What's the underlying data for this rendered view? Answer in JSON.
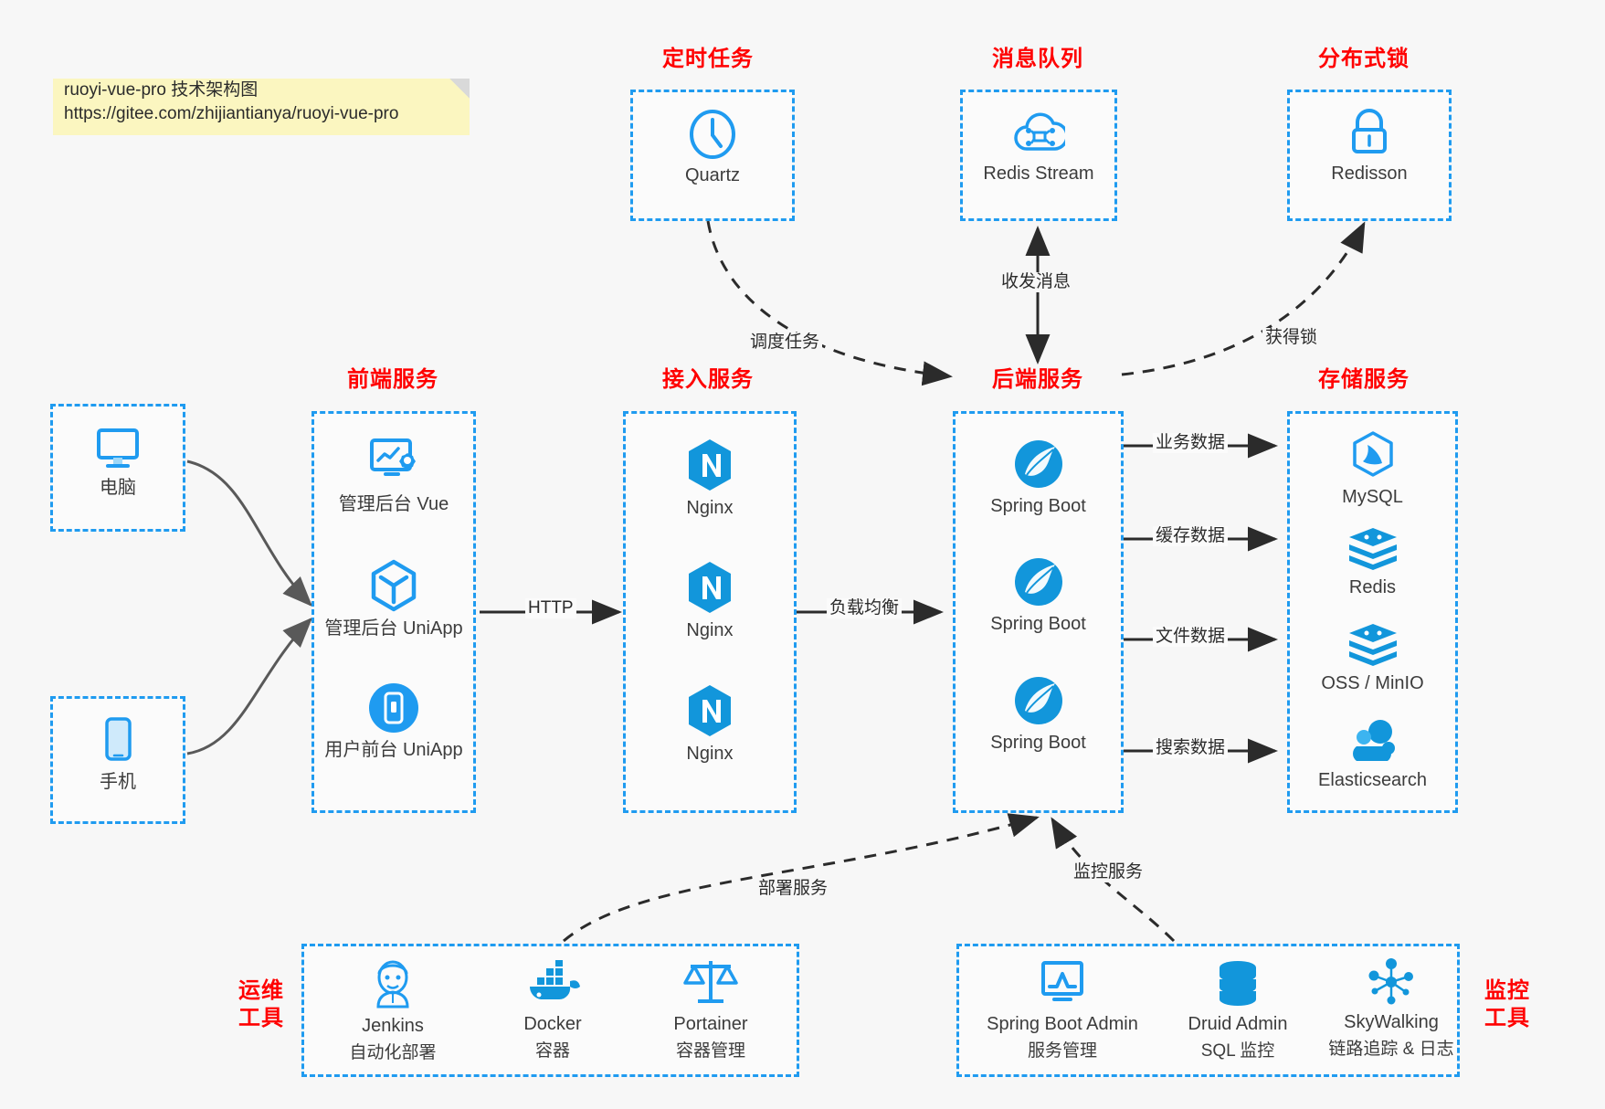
{
  "note": {
    "line1": "ruoyi-vue-pro 技术架构图",
    "line2": "https://gitee.com/zhijiantianya/ruoyi-vue-pro"
  },
  "groups": {
    "scheduled_task": "定时任务",
    "message_queue": "消息队列",
    "distributed_lock": "分布式锁",
    "frontend_service": "前端服务",
    "access_service": "接入服务",
    "backend_service": "后端服务",
    "storage_service": "存储服务",
    "devops_tools": "运维\n工具",
    "devops_tools_l1": "运维",
    "devops_tools_l2": "工具",
    "monitor_tools_l1": "监控",
    "monitor_tools_l2": "工具"
  },
  "clients": [
    {
      "id": "pc",
      "label": "电脑",
      "icon": "desktop-icon"
    },
    {
      "id": "mobile",
      "label": "手机",
      "icon": "phone-icon"
    }
  ],
  "scheduled_task": [
    {
      "label": "Quartz",
      "icon": "clock-icon"
    }
  ],
  "message_queue": [
    {
      "label": "Redis Stream",
      "icon": "cloud-stream-icon"
    }
  ],
  "distributed_lock": [
    {
      "label": "Redisson",
      "icon": "lock-icon"
    }
  ],
  "frontend_service": [
    {
      "label": "管理后台 Vue",
      "icon": "dashboard-gear-icon"
    },
    {
      "label": "管理后台 UniApp",
      "icon": "cube-icon"
    },
    {
      "label": "用户前台 UniApp",
      "icon": "mobile-app-icon"
    }
  ],
  "access_service": [
    {
      "label": "Nginx",
      "icon": "nginx-icon"
    },
    {
      "label": "Nginx",
      "icon": "nginx-icon"
    },
    {
      "label": "Nginx",
      "icon": "nginx-icon"
    }
  ],
  "backend_service": [
    {
      "label": "Spring Boot",
      "icon": "spring-boot-icon"
    },
    {
      "label": "Spring Boot",
      "icon": "spring-boot-icon"
    },
    {
      "label": "Spring Boot",
      "icon": "spring-boot-icon"
    }
  ],
  "storage_service": [
    {
      "label": "MySQL",
      "icon": "mysql-icon"
    },
    {
      "label": "Redis",
      "icon": "redis-icon"
    },
    {
      "label": "OSS / MinIO",
      "icon": "oss-icon"
    },
    {
      "label": "Elasticsearch",
      "icon": "elasticsearch-icon"
    }
  ],
  "devops_tools": [
    {
      "label": "Jenkins",
      "sub": "自动化部署",
      "icon": "jenkins-icon"
    },
    {
      "label": "Docker",
      "sub": "容器",
      "icon": "docker-icon"
    },
    {
      "label": "Portainer",
      "sub": "容器管理",
      "icon": "scales-icon"
    }
  ],
  "monitor_tools": [
    {
      "label": "Spring Boot Admin",
      "sub": "服务管理",
      "icon": "monitor-chart-icon"
    },
    {
      "label": "Druid Admin",
      "sub": "SQL 监控",
      "icon": "database-icon"
    },
    {
      "label": "SkyWalking",
      "sub": "链路追踪 & 日志",
      "icon": "skywalking-icon"
    }
  ],
  "edges": {
    "http": "HTTP",
    "load_balance": "负载均衡",
    "schedule_task": "调度任务",
    "send_receive_message": "收发消息",
    "acquire_lock": "获得锁",
    "business_data": "业务数据",
    "cache_data": "缓存数据",
    "file_data": "文件数据",
    "search_data": "搜索数据",
    "deploy_service": "部署服务",
    "monitor_service": "监控服务"
  },
  "colors": {
    "accent_blue": "#1f9bf0",
    "heading_red": "#ff0000",
    "arrow_dark": "#2b2b2b",
    "curve_gray": "#595959",
    "note_yellow": "#fbf6c0",
    "page_bg": "#f7f7f7"
  }
}
